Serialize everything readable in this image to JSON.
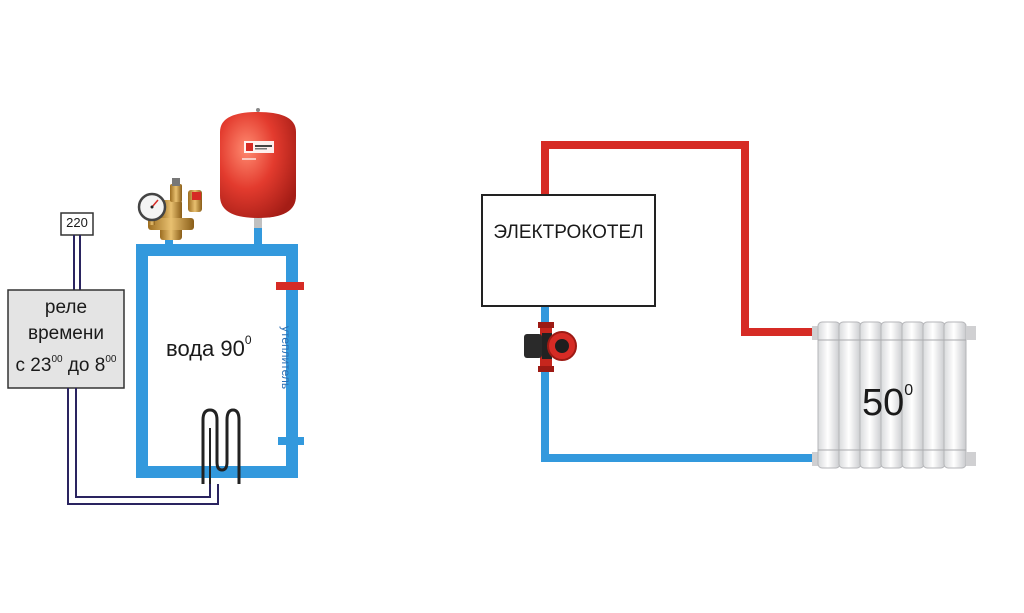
{
  "power_box": {
    "label": "220"
  },
  "relay": {
    "line1": "реле",
    "line2": "времени",
    "line3_prefix": "с 23",
    "sup1": "00",
    "mid": " до 8",
    "sup2": "00"
  },
  "tank": {
    "label": "вода 90",
    "degree": "0",
    "insulation": "утеплитель"
  },
  "boiler": {
    "label": "ЭЛЕКТРОКОТЕЛ"
  },
  "radiator": {
    "label": "50",
    "degree": "0"
  },
  "colors": {
    "cold_pipe": "#3399dd",
    "hot_pipe": "#d62b25",
    "wire": "#2a2460",
    "tank_red": "#e33b2e",
    "brass": "#c8963c"
  },
  "icons": [
    "expansion-tank-icon",
    "pressure-gauge-icon",
    "safety-valve-group-icon",
    "heating-element-icon",
    "circulation-pump-icon",
    "radiator-icon"
  ]
}
